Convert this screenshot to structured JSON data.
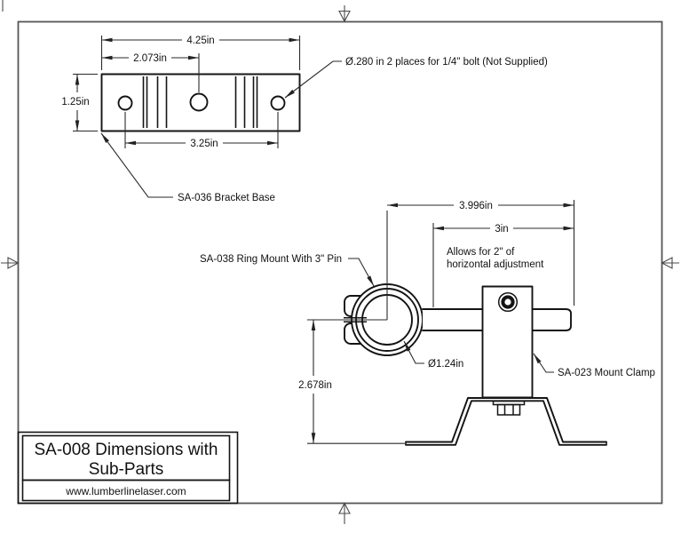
{
  "title_block": {
    "title_line1": "SA-008 Dimensions with",
    "title_line2": "Sub-Parts",
    "website": "www.lumberlinelaser.com"
  },
  "bracket_view": {
    "part_label": "SA-036 Bracket Base",
    "hole_callout": "Ø.280 in 2 places for 1/4\" bolt (Not Supplied)",
    "dims": {
      "overall_width": "4.25in",
      "center_hole_offset": "2.073in",
      "plate_height": "1.25in",
      "hole_spacing": "3.25in"
    }
  },
  "assembly_view": {
    "ring_label": "SA-038 Ring Mount With 3\" Pin",
    "clamp_label": "SA-023 Mount Clamp",
    "ring_diameter": "Ø1.24in",
    "note_line1": "Allows for 2\" of",
    "note_line2": "horizontal adjustment",
    "dims": {
      "overall_length": "3.996in",
      "pin_length": "3in",
      "height": "2.678in"
    }
  },
  "colors": {
    "line": "#141414",
    "dimension": "#2a2a2a",
    "page_border": "#555555",
    "background": "#ffffff"
  }
}
